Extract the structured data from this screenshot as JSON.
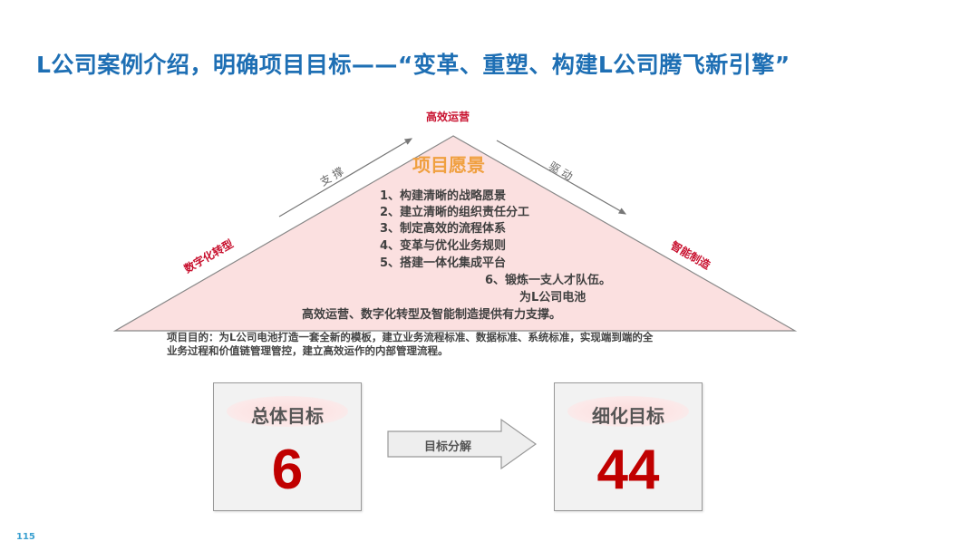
{
  "slide": {
    "title": "L公司案例介绍，明确项目目标——“变革、重塑、构建L公司腾飞新引擎”",
    "page_number": "115"
  },
  "pyramid": {
    "apex_label": "高效运营",
    "left_label": "数字化转型",
    "right_label": "智能制造",
    "left_arrow_label": "支 撑",
    "right_arrow_label": "驱 动",
    "fill_color": "#fbe0e0",
    "vision": {
      "title": "项目愿景",
      "items": [
        "1、构建清晰的战略愿景",
        "2、建立清晰的组织责任分工",
        "3、制定高效的流程体系",
        "4、变革与优化业务规则",
        "5、搭建一体化集成平台",
        "6、锻炼一支人才队伍。",
        "为L公司电池",
        "高效运营、数字化转型及智能制造提供有力支撑。"
      ]
    }
  },
  "purpose": {
    "line1": "项目目的：为L公司电池打造一套全新的模板，建立业务流程标准、数据标准、系统标准，实现端到端的全",
    "line2": "业务过程和价值链管理管控，建立高效运作的内部管理流程。"
  },
  "goals": {
    "overall": {
      "label": "总体目标",
      "value": "6"
    },
    "arrow_label": "目标分解",
    "detailed": {
      "label": "细化目标",
      "value": "44"
    }
  },
  "colors": {
    "title": "#1e6fb4",
    "accent_red": "#c8102e",
    "vision_orange": "#f0a040",
    "number_red": "#c00000"
  }
}
